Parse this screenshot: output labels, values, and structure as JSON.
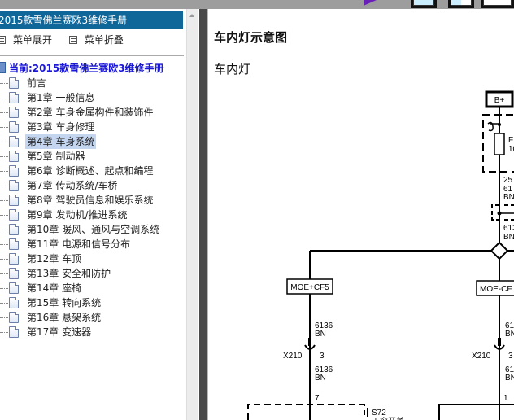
{
  "sidebar": {
    "title": "2015款雪佛兰赛欧3维修手册",
    "actions": [
      {
        "label": "菜单展开",
        "icon": "expand-menu-icon"
      },
      {
        "label": "菜单折叠",
        "icon": "collapse-menu-icon"
      }
    ],
    "current_label": "当前:2015款雪佛兰赛欧3维修手册",
    "items": [
      {
        "label": "前言"
      },
      {
        "label": "第1章 一般信息"
      },
      {
        "label": "第2章 车身金属构件和装饰件"
      },
      {
        "label": "第3章 车身修理"
      },
      {
        "label": "第4章 车身系统",
        "selected": true
      },
      {
        "label": "第5章 制动器"
      },
      {
        "label": "第6章 诊断概述、起点和编程"
      },
      {
        "label": "第7章 传动系统/车桥"
      },
      {
        "label": "第8章 驾驶员信息和娱乐系统"
      },
      {
        "label": "第9章 发动机/推进系统"
      },
      {
        "label": "第10章 暖风、通风与空调系统"
      },
      {
        "label": "第11章 电源和信号分布"
      },
      {
        "label": "第12章 车顶"
      },
      {
        "label": "第13章 安全和防护"
      },
      {
        "label": "第14章 座椅"
      },
      {
        "label": "第15章 转向系统"
      },
      {
        "label": "第16章 悬架系统"
      },
      {
        "label": "第17章 变速器"
      }
    ]
  },
  "content": {
    "title": "车内灯示意图",
    "subtitle": "车内灯",
    "diagram": {
      "power_label": "B+",
      "fuse_label_partial": "F",
      "fuse_rating_partial": "10",
      "wire_top": {
        "pin": "25",
        "circuit_partial": "61",
        "color_partial": "BN"
      },
      "wire_mid": {
        "circuit_partial": "613",
        "color_partial": "BN"
      },
      "left_branch": {
        "connector_label": "MOE+CF5",
        "wire_upper": {
          "circuit": "6136",
          "color": "BN"
        },
        "inline_connector": "X210",
        "inline_pin": "3",
        "wire_lower": {
          "circuit": "6136",
          "color": "BN"
        },
        "terminal_pin": "7"
      },
      "right_branch": {
        "connector_label_partial": "MOE-CF",
        "wire_upper_partial": {
          "circuit": "61",
          "color": "BN"
        },
        "inline_connector": "X210",
        "inline_pin": "3",
        "wire_lower_partial": {
          "circuit": "61",
          "color": "BN"
        },
        "terminal_pin": "1"
      },
      "switch_code": "S72",
      "switch_name_partial": "天窗开关"
    }
  }
}
